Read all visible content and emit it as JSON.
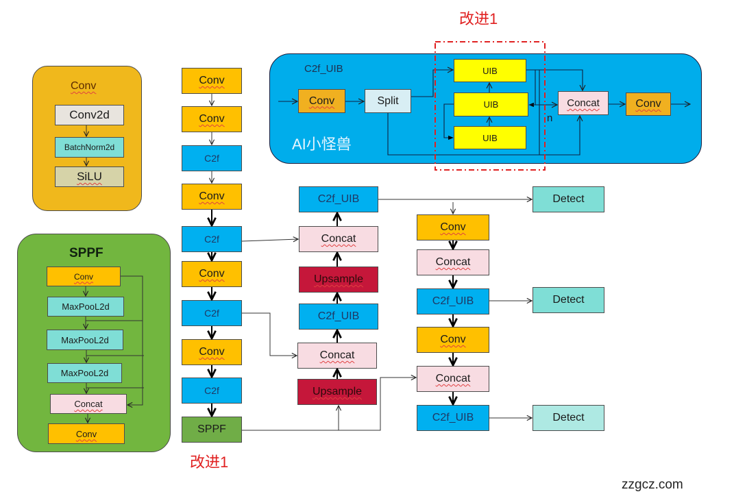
{
  "colors": {
    "conv": "#ffc000",
    "c2f": "#00b0f0",
    "concat": "#f8dce2",
    "upsample": "#c5173a",
    "detect": "#7fded6",
    "sppf": "#70ad47",
    "uib": "#ffff00",
    "improvement_marker": "#e02020"
  },
  "conv_panel": {
    "title": "Conv",
    "blocks": [
      "Conv2d",
      "BatchNorm2d",
      "SiLU"
    ]
  },
  "sppf_panel": {
    "title": "SPPF",
    "blocks": [
      "Conv",
      "MaxPooL2d",
      "MaxPooL2d",
      "MaxPooL2d",
      "Concat",
      "Conv"
    ]
  },
  "backbone": {
    "blocks": [
      "Conv",
      "Conv",
      "C2f",
      "Conv",
      "C2f",
      "Conv",
      "C2f",
      "Conv",
      "C2f",
      "SPPF"
    ],
    "improvement_label": "改进1"
  },
  "c2f_uib_panel": {
    "title": "C2f_UIB",
    "watermark": "AI小怪兽",
    "conv_in": "Conv",
    "split": "Split",
    "uib_blocks": [
      "UIB",
      "UIB",
      "UIB"
    ],
    "repeat_label": "n",
    "concat": "Concat",
    "conv_out": "Conv",
    "improvement_label": "改进1"
  },
  "neck_up": {
    "blocks": [
      "C2f_UIB",
      "Concat",
      "Upsample",
      "C2f_UIB",
      "Concat",
      "Upsample"
    ]
  },
  "neck_down": {
    "blocks": [
      "Conv",
      "Concat",
      "C2f_UIB",
      "Conv",
      "Concat",
      "C2f_UIB"
    ]
  },
  "heads": [
    "Detect",
    "Detect",
    "Detect"
  ],
  "footer": {
    "watermark": "zzgcz.com"
  }
}
